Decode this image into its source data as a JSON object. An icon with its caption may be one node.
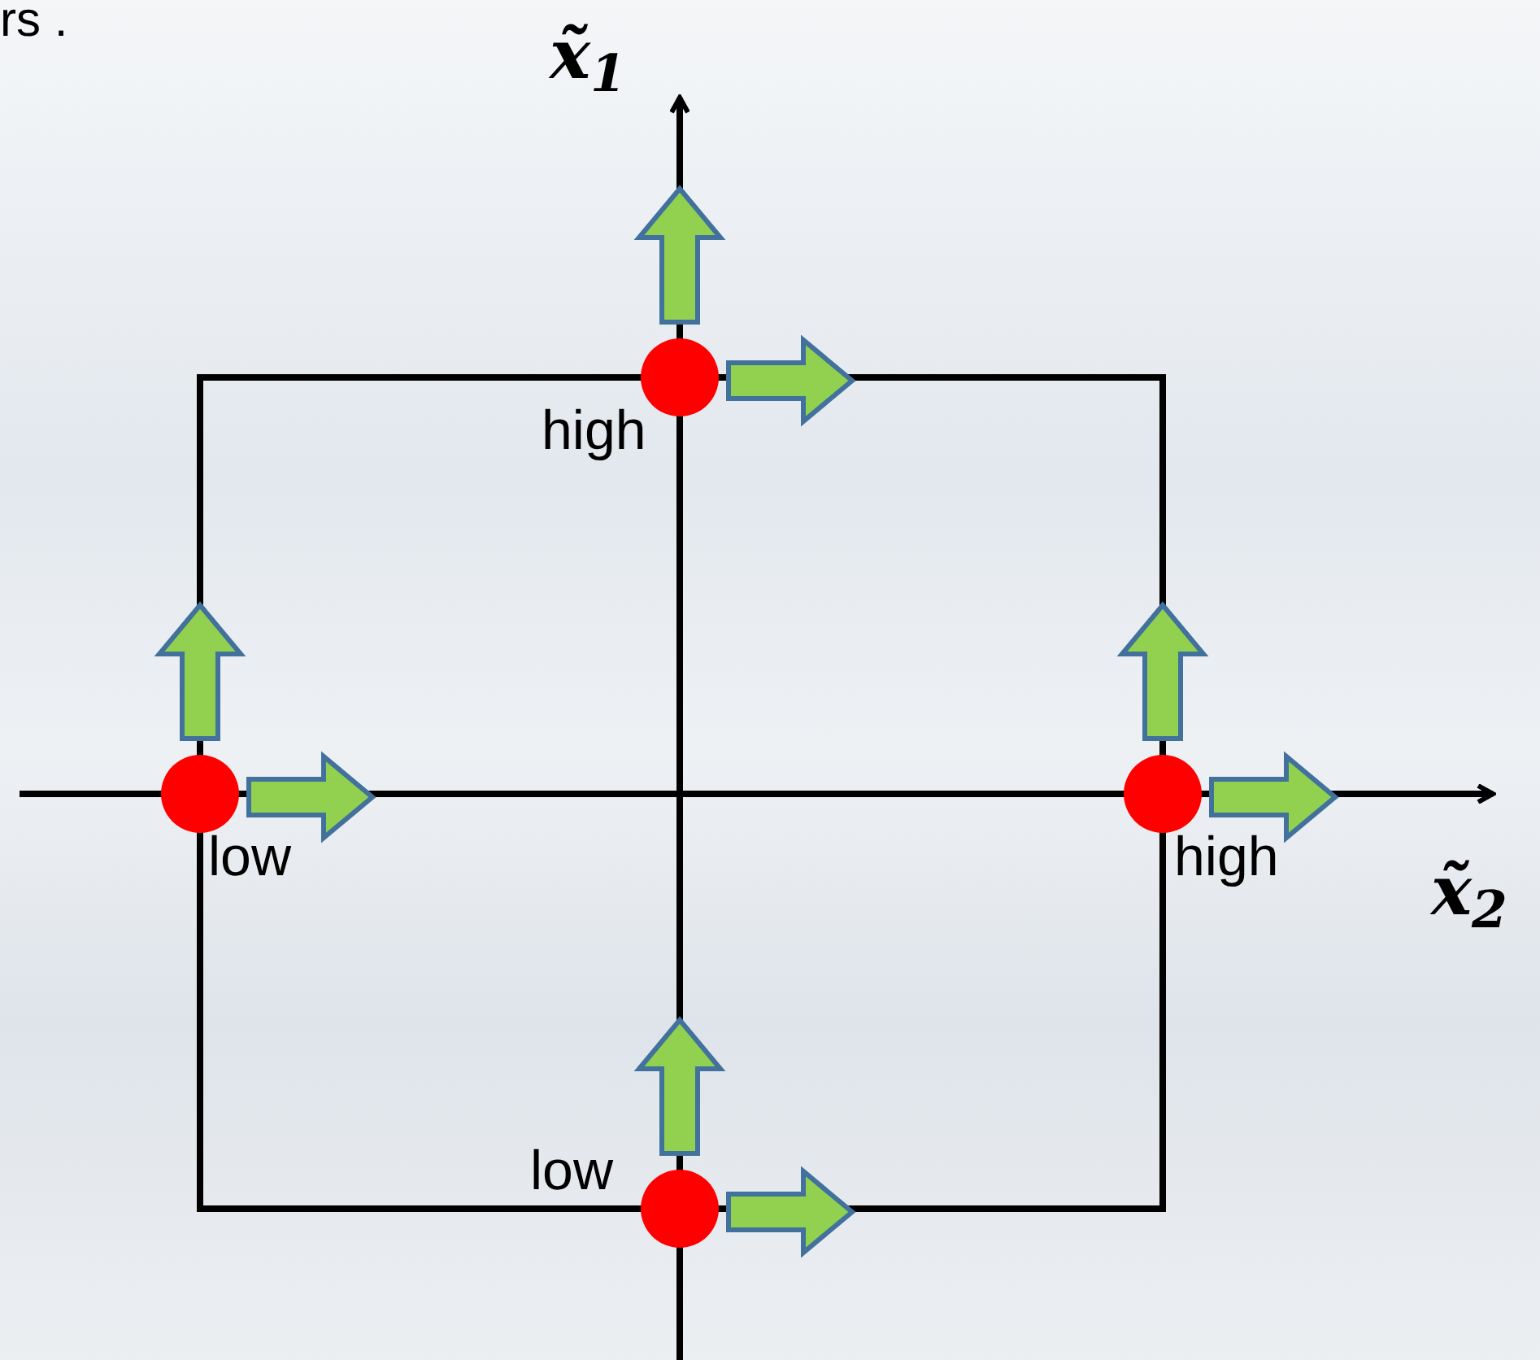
{
  "diagram": {
    "nodes": [
      {
        "text": [],
        "shape": "circle",
        "beside": [
          "high"
        ]
      },
      {
        "text": [],
        "shape": "circle",
        "beside": [
          "low"
        ]
      },
      {
        "text": [],
        "shape": "circle",
        "beside": [
          "high"
        ]
      },
      {
        "text": [],
        "shape": "circle",
        "beside": [
          "low"
        ]
      }
    ],
    "labels": [
      "rs .",
      "x̃$_{1}$",
      "x̃$_{2}$"
    ]
  }
}
